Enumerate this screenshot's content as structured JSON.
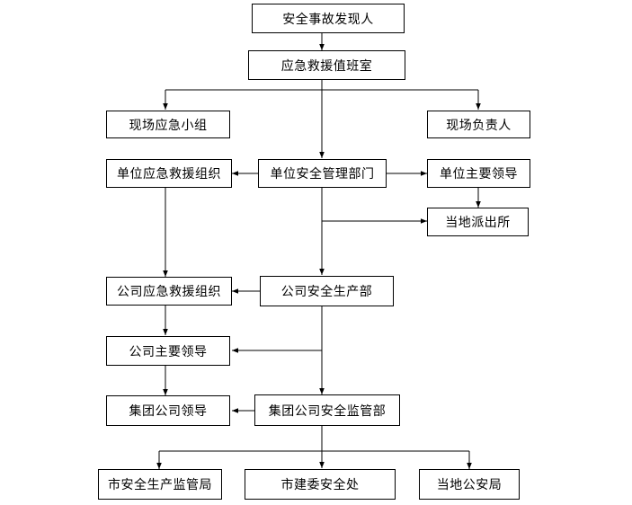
{
  "nodes": {
    "discoverer": "安全事故发现人",
    "duty_room": "应急救援值班室",
    "onsite_team": "现场应急小组",
    "onsite_lead": "现场负责人",
    "unit_rescue": "单位应急救援组织",
    "unit_safety": "单位安全管理部门",
    "unit_leader": "单位主要领导",
    "police_station": "当地派出所",
    "company_rescue": "公司应急救援组织",
    "company_safety": "公司安全生产部",
    "company_leader": "公司主要领导",
    "group_leader": "集团公司领导",
    "group_supervision": "集团公司安全监管部",
    "city_supervision": "市安全生产监管局",
    "city_construction": "市建委安全处",
    "public_security": "当地公安局"
  },
  "colors": {
    "line": "#000000",
    "box_border": "#000000",
    "background": "#ffffff"
  }
}
